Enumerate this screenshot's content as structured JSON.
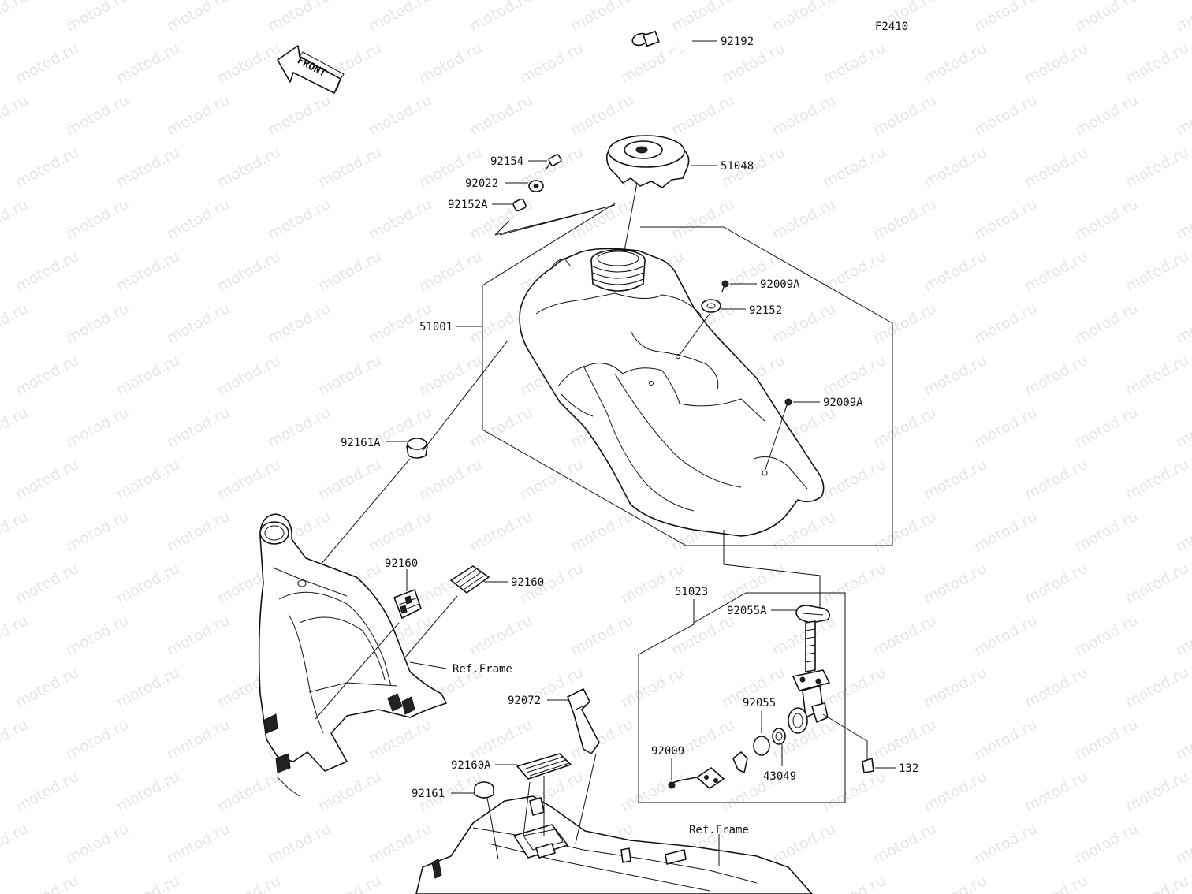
{
  "figure_code": "F2410",
  "watermark_text": "motod.ru",
  "front_label": "FRONT",
  "part_labels": {
    "p92192": "92192",
    "p51048": "51048",
    "p92154": "92154",
    "p92022": "92022",
    "p92152A": "92152A",
    "p92009A_top": "92009A",
    "p92152": "92152",
    "p51001": "51001",
    "p92009A_right": "92009A",
    "p92161A": "92161A",
    "p92160_left": "92160",
    "p92160_right": "92160",
    "ref_frame_left": "Ref.Frame",
    "p51023": "51023",
    "p92055A": "92055A",
    "p92055": "92055",
    "p92009": "92009",
    "p43049": "43049",
    "p132": "132",
    "p92072": "92072",
    "p92160A": "92160A",
    "p92161": "92161",
    "ref_frame_bottom": "Ref.Frame"
  }
}
